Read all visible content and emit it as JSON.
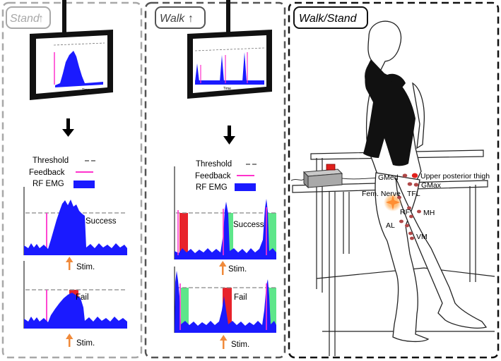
{
  "panels": {
    "stand": {
      "title": "Stand",
      "arrow": "↑",
      "legend": {
        "threshold": "Threshold",
        "feedback": "Feedback",
        "rf_emg": "RF EMG"
      },
      "success_label": "Success",
      "fail_label": "Fail",
      "stim_label": "Stim.",
      "monitor_axis_label": "Time"
    },
    "walk": {
      "title": "Walk",
      "arrow": "↑",
      "legend": {
        "threshold": "Threshold",
        "feedback": "Feedback",
        "rf_emg": "RF EMG"
      },
      "success_label": "Success",
      "fail_label": "Fail",
      "stim_label": "Stim.",
      "monitor_axis_label": "Time"
    },
    "walkstand": {
      "title": "Walk/Stand",
      "muscles": {
        "gmed": "GMed",
        "upper_posterior_thigh": "Upper posterior thigh",
        "gmax": "GMax",
        "tfl": "TFL",
        "fem_nerve": "Fem. Nerve",
        "rf": "RF",
        "mh": "MH",
        "al": "AL",
        "vm": "VM"
      }
    }
  },
  "colors": {
    "emg": "#1a1aff",
    "feedback": "#ff33cc",
    "stim_arrow": "#f08a3a",
    "success_zone": "#5ee68a",
    "fail_zone": "#e8232b",
    "threshold": "#777777",
    "electrode": "#b04848",
    "electrode_highlight": "#e0201c",
    "nerve_glow": "#ff9a2e"
  }
}
